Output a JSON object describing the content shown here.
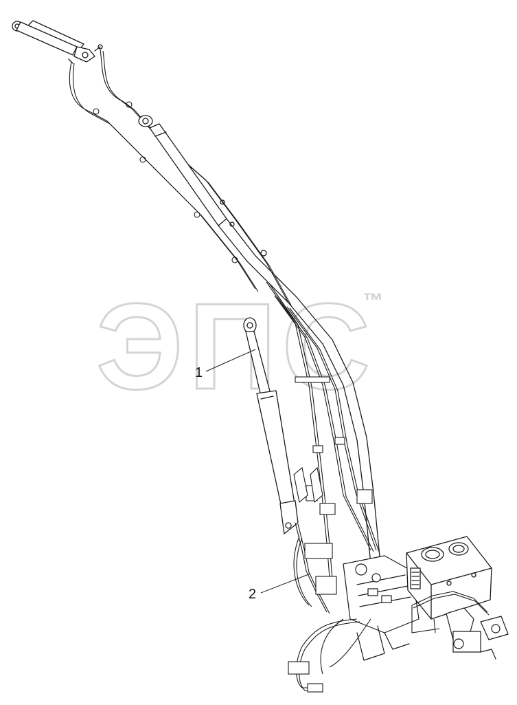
{
  "watermark": {
    "text": "ЭПС",
    "mark": "™",
    "color": "#d9d9d9"
  },
  "callouts": [
    {
      "label": "1",
      "target": "boom-lift-cylinder"
    },
    {
      "label": "2",
      "target": "hose-assembly-valve-block"
    }
  ],
  "colors": {
    "line": "#1a1a1a",
    "background": "#ffffff"
  }
}
